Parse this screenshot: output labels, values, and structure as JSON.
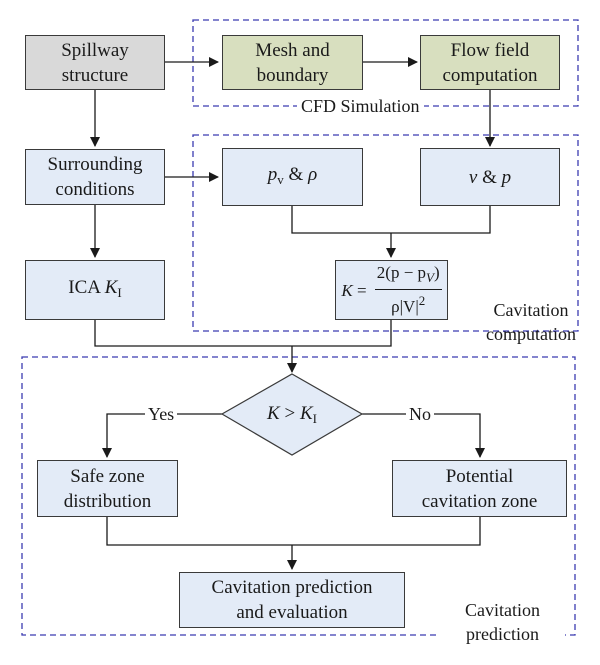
{
  "nodes": {
    "spillway": [
      "Spillway",
      "structure"
    ],
    "mesh": [
      "Mesh and",
      "boundary"
    ],
    "flow": [
      "Flow field",
      "computation"
    ],
    "surrounding": [
      "Surrounding",
      "conditions"
    ],
    "pv_rho": {
      "p": "p",
      "sub": "v",
      "amp": " & ",
      "rho": "ρ"
    },
    "v_p": {
      "v": "v",
      "amp": " & ",
      "p": "p"
    },
    "ica": {
      "text": "ICA ",
      "k": "K",
      "sub": "I"
    },
    "formula": {
      "lhs": "K",
      "eq": " = ",
      "num": "2(p − p",
      "num_sub": "V",
      "num_close": ")",
      "den": "ρ|V|",
      "den_sup": "2"
    },
    "decision": {
      "k": "K",
      "gt": " > ",
      "k2": "K",
      "sub": "I"
    },
    "safe": [
      "Safe zone",
      "distribution"
    ],
    "potential": [
      "Potential",
      "cavitation zone"
    ],
    "evaluation": [
      "Cavitation prediction",
      "and evaluation"
    ]
  },
  "regions": {
    "cfd": "CFD Simulation",
    "computation": [
      "Cavitation",
      "computation"
    ],
    "prediction": [
      "Cavitation",
      "prediction"
    ]
  },
  "edges": {
    "yes": "Yes",
    "no": "No"
  },
  "colors": {
    "gray": "#d9d9d9",
    "green": "#d8dfbf",
    "blue": "#e3ebf7",
    "dashed_border": "#3b3bb0"
  }
}
